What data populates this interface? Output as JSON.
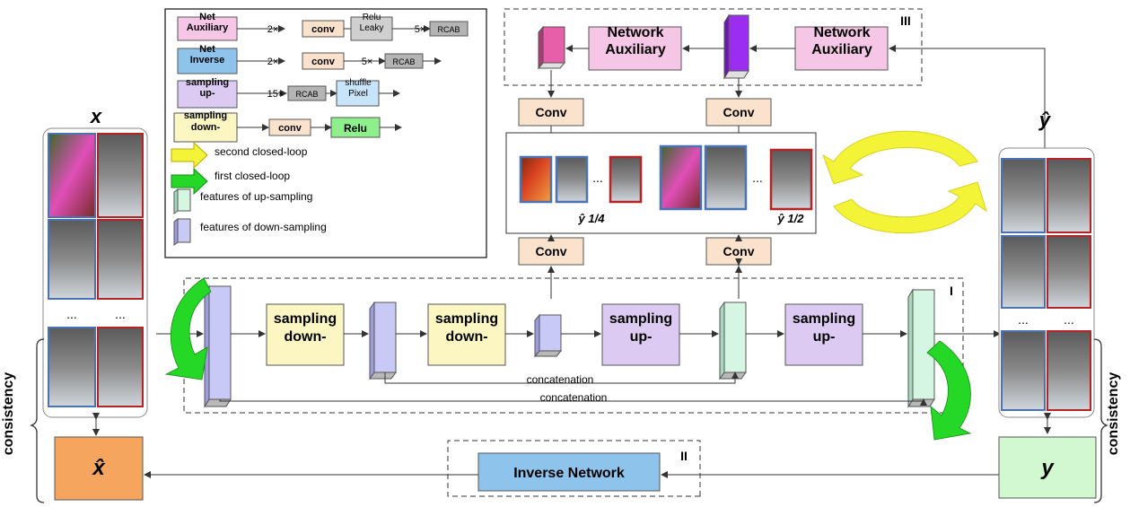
{
  "legend": {
    "aux_net_label": [
      "Auxiliary",
      "Net"
    ],
    "aux_net_mult1": "2×",
    "aux_net_conv": "conv",
    "aux_net_relu": [
      "Leaky",
      "Relu"
    ],
    "aux_net_mult2": "5×",
    "aux_net_rcab": "RCAB",
    "inv_net_label": [
      "Inverse",
      "Net"
    ],
    "inv_net_mult1": "2×",
    "inv_net_conv": "conv",
    "inv_net_mult2": "5×",
    "inv_net_rcab": "RCAB",
    "up_label": [
      "up-",
      "sampling"
    ],
    "up_mult": "15×",
    "up_rcab": "RCAB",
    "up_shuffle": [
      "Pixel",
      "shuffle"
    ],
    "down_label": [
      "down-",
      "sampling"
    ],
    "down_conv": "conv",
    "down_relu": "Relu",
    "second_loop": "second closed-loop",
    "first_loop": "first closed-loop",
    "feat_up": "features of up-sampling",
    "feat_down": "features of down-sampling"
  },
  "colors": {
    "aux": "#f6c6e6",
    "inverse": "#8ec4ec",
    "up": "#dccaf2",
    "down": "#fbf6c2",
    "conv": "#fbe2cc",
    "relu": "#8ef08c",
    "rcab": "#b4b4b4",
    "shuffle": "#c8e4f8",
    "output": "#f6a55e",
    "y": "#d2f8d0",
    "feat_down": "#c9c9f6",
    "feat_up": "#d6f6e4",
    "magenta": "#e75fa8",
    "purple": "#9b2df0",
    "yellow_arrow": "#f3f337",
    "green_arrow": "#25d825",
    "blue_border": "#4a73b4",
    "red_border": "#b42424"
  },
  "main": {
    "x_label": "x",
    "y_label": "y",
    "yhat_label": "ŷ",
    "xhat_label": "x̂",
    "consistency_left": "consistency",
    "consistency_right": "consistency",
    "ellipsis": "...",
    "concat1": "concatenation",
    "concat2": "concatenation",
    "section_I": "I",
    "section_II": "II",
    "section_III": "III",
    "up_block": [
      "up-",
      "sampling"
    ],
    "down_block": [
      "down-",
      "sampling"
    ],
    "inverse_network": "Inverse Network",
    "aux_block": [
      "Auxiliary",
      "Network"
    ],
    "conv": "Conv",
    "half_label": "ŷ 1/2",
    "quarter_label": "ŷ 1/4"
  }
}
